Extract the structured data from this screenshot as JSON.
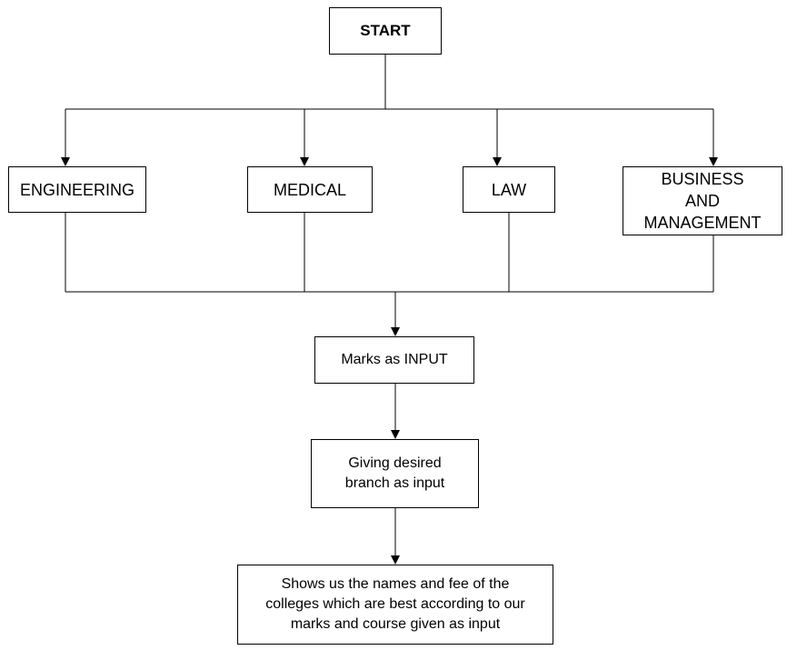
{
  "diagram": {
    "nodes": {
      "start": "START",
      "engineering": "ENGINEERING",
      "medical": "MEDICAL",
      "law": "LAW",
      "business": "BUSINESS\nAND\nMANAGEMENT",
      "marks": "Marks as INPUT",
      "branch": "Giving desired\nbranch as input",
      "result": "Shows us the names and fee of the\ncolleges which are best according to our\nmarks and course given as input"
    },
    "edges": [
      {
        "from": "start",
        "to": "engineering"
      },
      {
        "from": "start",
        "to": "medical"
      },
      {
        "from": "start",
        "to": "law"
      },
      {
        "from": "start",
        "to": "business"
      },
      {
        "from": "engineering",
        "to": "marks"
      },
      {
        "from": "medical",
        "to": "marks"
      },
      {
        "from": "law",
        "to": "marks"
      },
      {
        "from": "business",
        "to": "marks"
      },
      {
        "from": "marks",
        "to": "branch"
      },
      {
        "from": "branch",
        "to": "result"
      }
    ],
    "colors": {
      "line": "#000000",
      "box_border": "#000000",
      "box_fill": "#ffffff",
      "text": "#000000"
    }
  }
}
